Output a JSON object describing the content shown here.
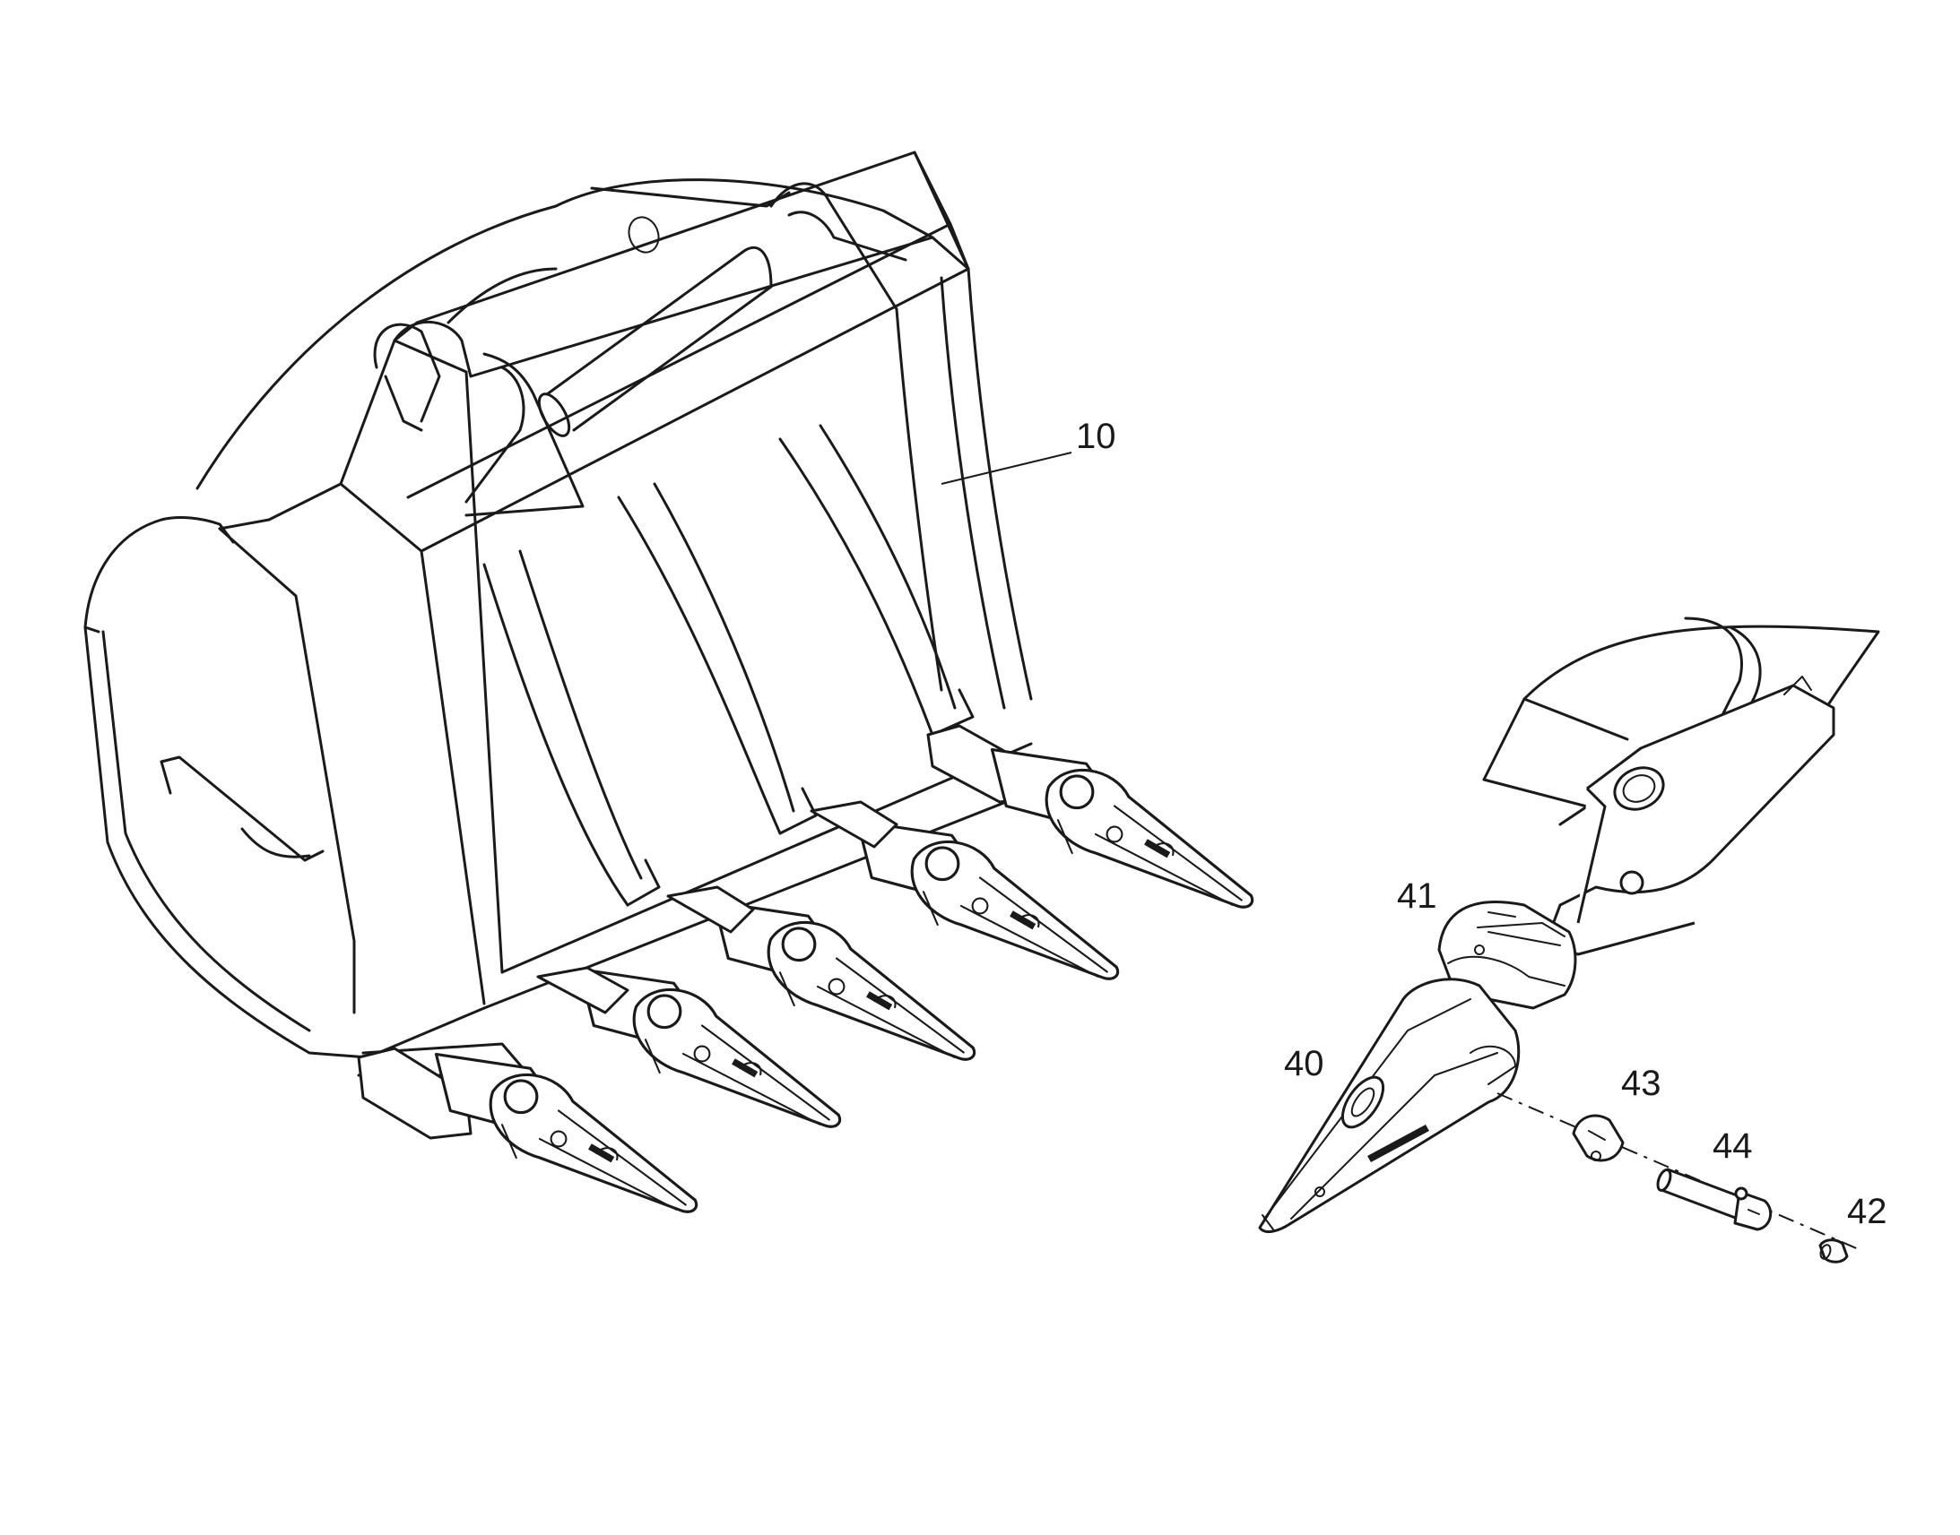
{
  "callouts": {
    "bucket": "10",
    "tooth": "40",
    "adapter_cap": "41",
    "retainer_plug": "42",
    "lock_washer": "43",
    "lock_pin": "44"
  },
  "colors": {
    "ink": "#1a1a1a",
    "background": "#ffffff"
  }
}
